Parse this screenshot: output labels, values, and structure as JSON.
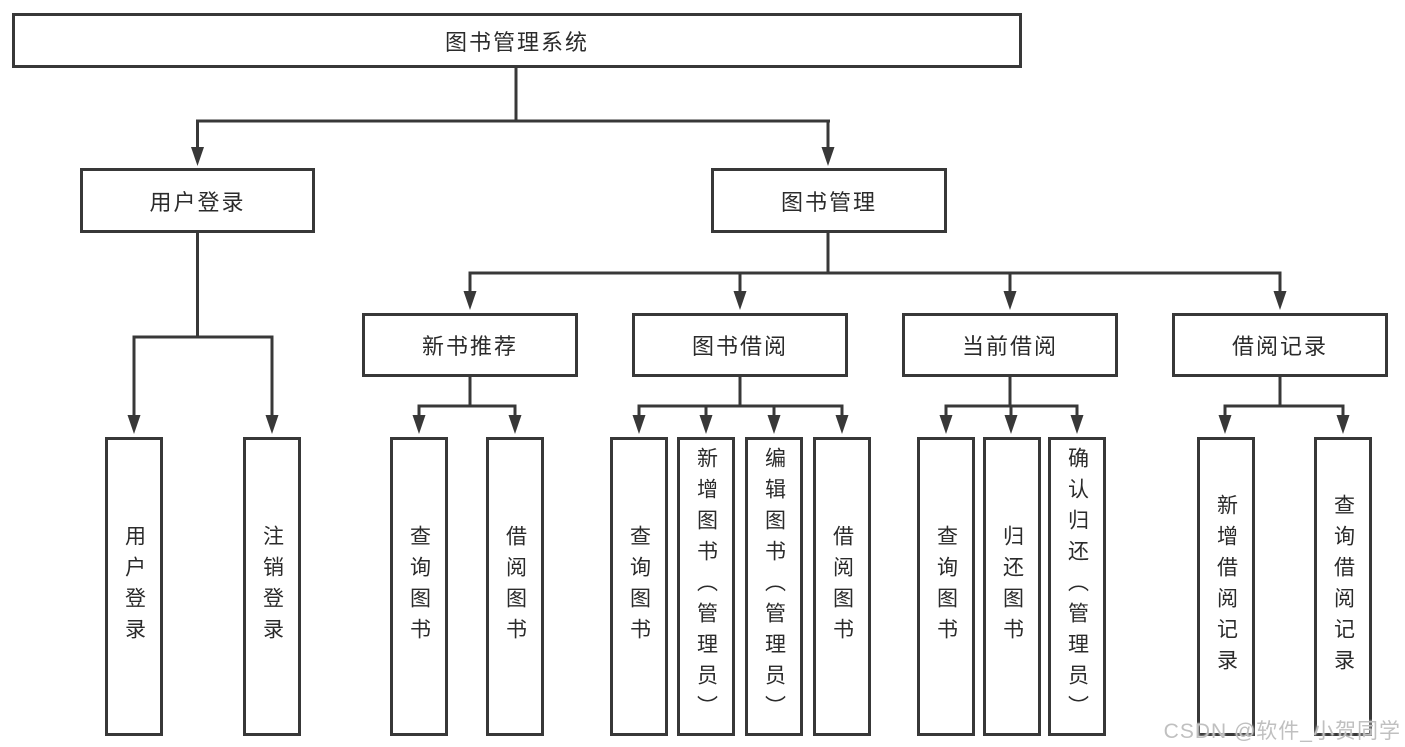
{
  "colors": {
    "line": "#383838",
    "text": "#2b2b2b",
    "background": "#ffffff",
    "watermark": "#c0c0c0"
  },
  "tree": {
    "root": {
      "label": "图书管理系统"
    },
    "branches": [
      {
        "label": "用户登录",
        "children": [
          {
            "label": "用户登录"
          },
          {
            "label": "注销登录"
          }
        ]
      },
      {
        "label": "图书管理",
        "children": [
          {
            "label": "新书推荐",
            "children": [
              {
                "label": "查询图书"
              },
              {
                "label": "借阅图书"
              }
            ]
          },
          {
            "label": "图书借阅",
            "children": [
              {
                "label": "查询图书"
              },
              {
                "label": "新增图书（管理员）"
              },
              {
                "label": "编辑图书（管理员）"
              },
              {
                "label": "借阅图书"
              }
            ]
          },
          {
            "label": "当前借阅",
            "children": [
              {
                "label": "查询图书"
              },
              {
                "label": "归还图书"
              },
              {
                "label": "确认归还（管理员）"
              }
            ]
          },
          {
            "label": "借阅记录",
            "children": [
              {
                "label": "新增借阅记录"
              },
              {
                "label": "查询借阅记录"
              }
            ]
          }
        ]
      }
    ]
  },
  "watermark": {
    "text": "CSDN @软件_小贺同学"
  }
}
